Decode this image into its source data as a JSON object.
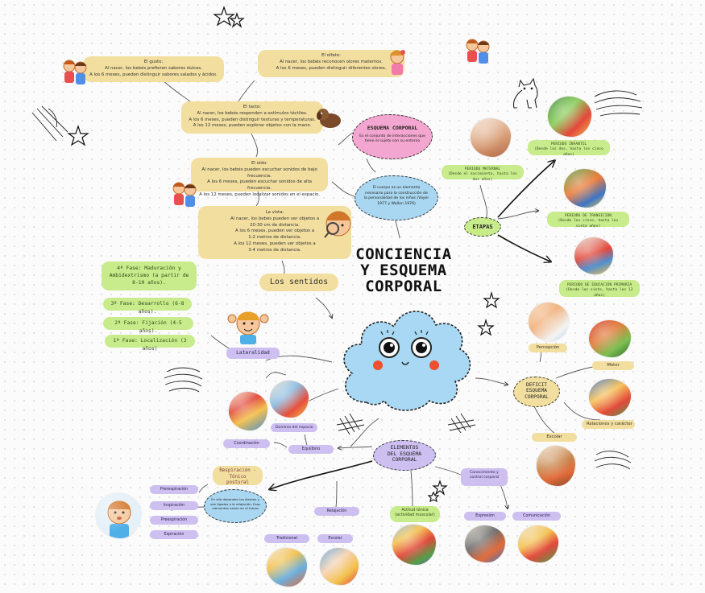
{
  "main_title": [
    "CONCIENCIA",
    "Y ESQUEMA",
    "CORPORAL"
  ],
  "senses": {
    "header": "Los sentidos",
    "gusto": {
      "title": "El gusto:",
      "lines": [
        "Al nacer, los bebés prefieren sabores dulces.",
        "A los 6 meses, pueden distinguir sabores salados y ácidos."
      ]
    },
    "olfato": {
      "title": "El olfato:",
      "lines": [
        "Al nacer, los bebés reconocen olores maternos.",
        "A los 6 meses, pueden distinguir diferentes olores."
      ]
    },
    "tacto": {
      "title": "El tacto:",
      "lines": [
        "Al nacer, los bebés responden a estímulos táctiles.",
        "A los 6 meses, pueden distinguir texturas y temperaturas.",
        "A los 12 meses, pueden explorar objetos con la mano."
      ]
    },
    "oido": {
      "title": "El oído:",
      "lines": [
        "Al nacer, los bebés pueden escuchar sonidos de bajo frecuencia.",
        "A los 6 meses, pueden escuchar sonidos de alta frecuencia.",
        "A los 12 meses, pueden localizar sonidos en el espacio."
      ]
    },
    "vista": {
      "title": "La vista:",
      "lines": [
        "Al nacer, los bebés pueden ver objetos a",
        "20-30 cm de distancia.",
        "A los 6 meses, pueden ver objetos a",
        "1-2 metros de distancia.",
        "A los 12 meses, pueden ver objetos a",
        "3-4 metros de distancia."
      ]
    }
  },
  "esquema": {
    "title": "ESQUEMA CORPORAL",
    "desc": "Es el conjunto de interacciones que tiene el sujeto con su entorno",
    "cuerpo": "El cuerpo es un elemento necesario para la construcción de la personalidad de los niños (Vayer 1977 y Wallon 1976)"
  },
  "etapas": {
    "label": "ETAPAS",
    "maternal": [
      "PERIODO MATERNAL",
      "(Desde el nacimiento, hasta los dos años)"
    ],
    "infantil": [
      "PERIODO INFANTIL",
      "(Desde los dos, hasta los cinco años)"
    ],
    "transicion": [
      "PERIODO DE TRANSICIÓN",
      "(Desde los cinco, hasta los siete años)"
    ],
    "primaria": [
      "PERIODO DE EDUCACIÓN PRIMARIA",
      "(Desde los siete, hasta los 12 años)"
    ]
  },
  "lateralidad": {
    "label": "Lateralidad",
    "phases": [
      "4ª Fase: Maduración y Ambidextrismo (a partir de 8-10 años).",
      "3ª Fase: Desarrollo (6-8 años).",
      "2ª Fase: Fijación (4-5 años).",
      "1ª Fase: Localización (3 años)"
    ]
  },
  "deficit": {
    "label": [
      "DEFICIT",
      "ESQUEMA",
      "CORPORAL"
    ],
    "percepcion": "Percepción",
    "motor": "Motor",
    "relaciones": "Relaciones y carácter",
    "escolar": "Escolar"
  },
  "elementos": {
    "label": [
      "ELEMENTOS",
      "DEL ESQUEMA",
      "CORPORAL"
    ],
    "dominio": "Dominio del espacio",
    "coordinacion": "Coordinación",
    "equilibrio": "Equilibrio",
    "respiracion": [
      "Respiración -",
      "Tónico postural"
    ],
    "respiracion_note": "En ella dependen los dientes y van ligados a la relajación. Esos elementos nacen en el futuro",
    "resp_items": [
      "Prerespiración",
      "Inspiración",
      "Preespiración",
      "Espiración"
    ],
    "relajacion": "Relajación",
    "tradicional": "Tradicional",
    "escolar": "Escolar",
    "actitud": [
      "Actitud tónica",
      "(actividad muscular)"
    ],
    "conocimiento": [
      "Conocimiento y",
      "control corporal"
    ],
    "expresion": "Expresión",
    "comunicacion": "Comunicación"
  },
  "colors": {
    "tan": "#f2dfa0",
    "green": "#c8eb8c",
    "lavender": "#cdbff0",
    "pink": "#f3a6cf",
    "sky": "#a9d6f0",
    "cloud": "#a8d8f3"
  }
}
